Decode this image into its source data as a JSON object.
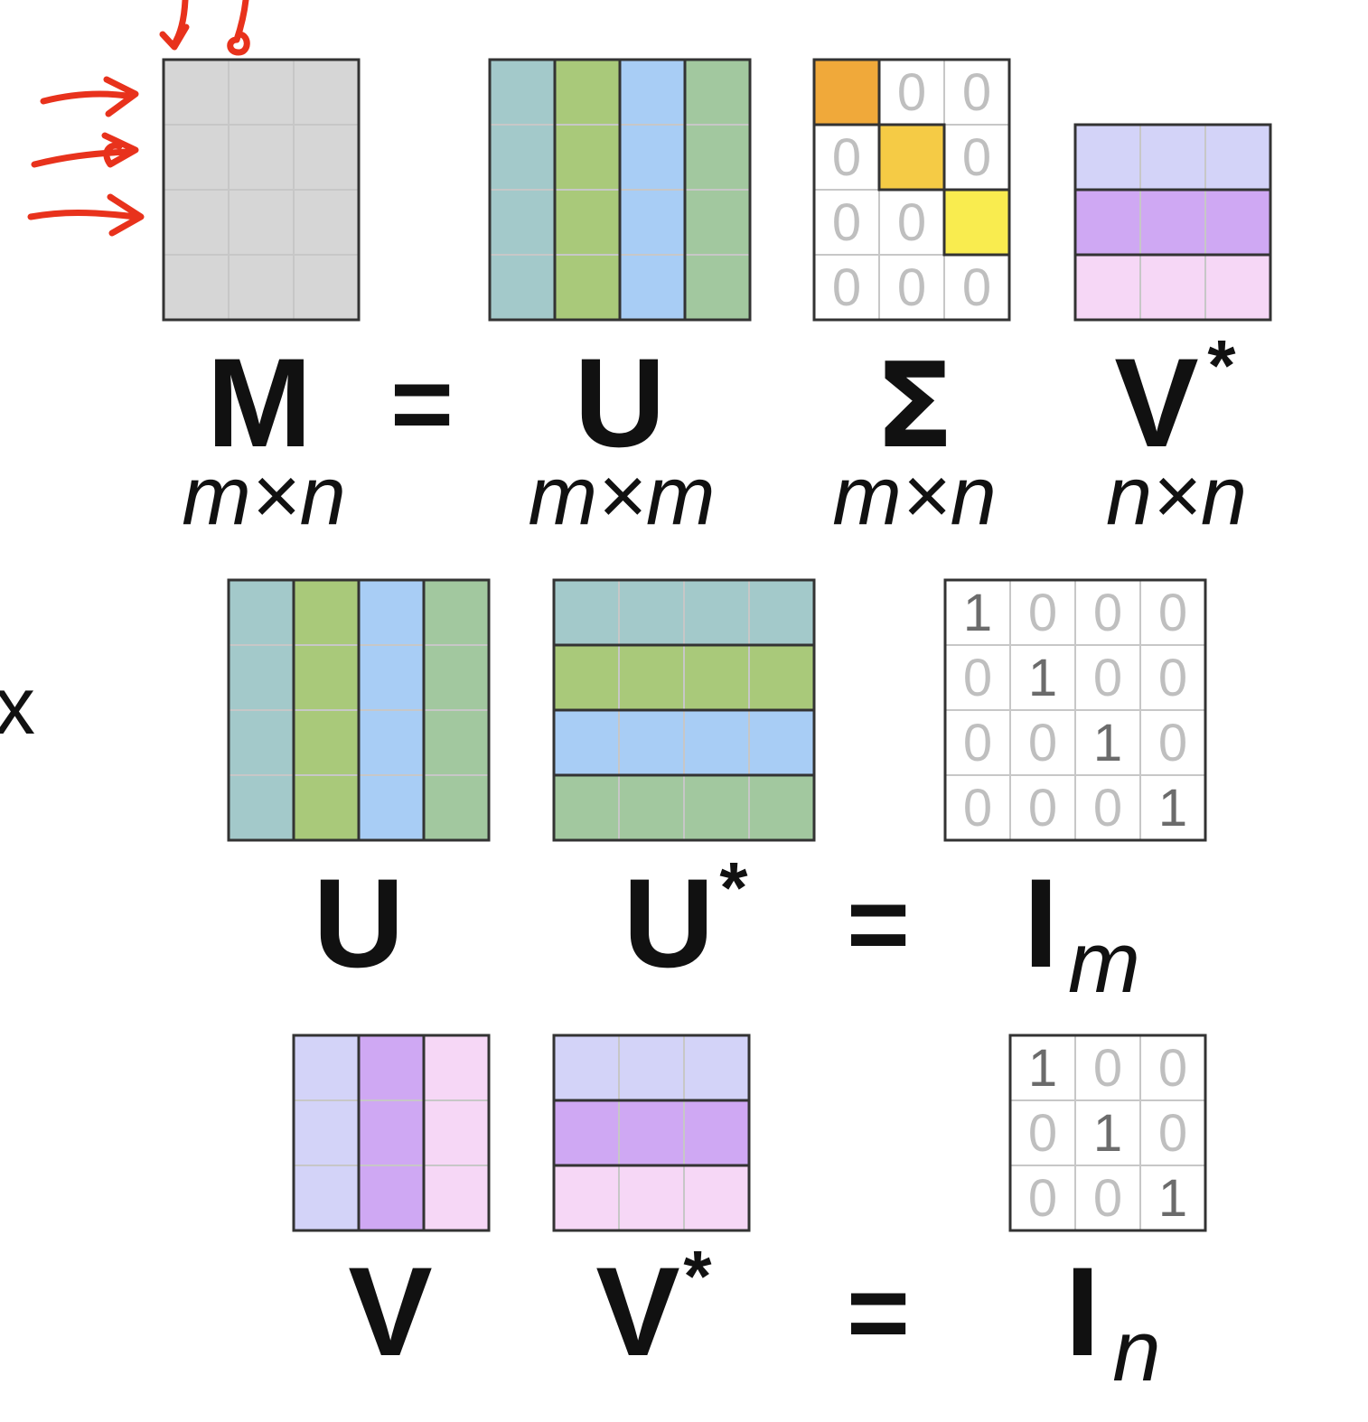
{
  "colors": {
    "grid_line": "#c7c7c7",
    "border": "#333333",
    "zero_text": "#bfbfbf",
    "one_text": "#6b6b6b",
    "ink": "#111111",
    "annotation": "#e8321c",
    "m_cell": "#d6d6d6",
    "u_cols": [
      "#a3c9ca",
      "#a9c97a",
      "#a8cdf5",
      "#a2c89f"
    ],
    "v_rows": [
      "#d3d3f8",
      "#cfa8f3",
      "#f6d7f6"
    ],
    "sigma_diag": [
      "#f0a93a",
      "#f5cb45",
      "#f9ec4f"
    ]
  },
  "matrices": {
    "M": {
      "rows": 4,
      "cols": 3
    },
    "U": {
      "rows": 4,
      "cols": 4
    },
    "Sigma": {
      "cells": [
        [
          "",
          "0",
          "0"
        ],
        [
          "0",
          "",
          "0"
        ],
        [
          "0",
          "0",
          ""
        ],
        [
          "0",
          "0",
          "0"
        ]
      ]
    },
    "Vstar": {
      "rows": 3,
      "cols": 3
    },
    "identity_m": {
      "cells": [
        [
          "1",
          "0",
          "0",
          "0"
        ],
        [
          "0",
          "1",
          "0",
          "0"
        ],
        [
          "0",
          "0",
          "1",
          "0"
        ],
        [
          "0",
          "0",
          "0",
          "1"
        ]
      ]
    },
    "identity_n": {
      "cells": [
        [
          "1",
          "0",
          "0"
        ],
        [
          "0",
          "1",
          "0"
        ],
        [
          "0",
          "0",
          "1"
        ]
      ]
    }
  },
  "equation1": {
    "terms": [
      "M",
      "=",
      "U",
      "Σ",
      "V"
    ],
    "superscript": "*",
    "dims": [
      "m×n",
      "m×m",
      "m×n",
      "n×n"
    ]
  },
  "equation2": {
    "left": "U",
    "middle": "U",
    "superscript": "*",
    "equals": "=",
    "result": "I",
    "subscript": "m"
  },
  "equation3": {
    "left": "V",
    "middle": "V",
    "superscript": "*",
    "equals": "=",
    "result": "I",
    "subscript": "n"
  },
  "edge_glyph": "x"
}
